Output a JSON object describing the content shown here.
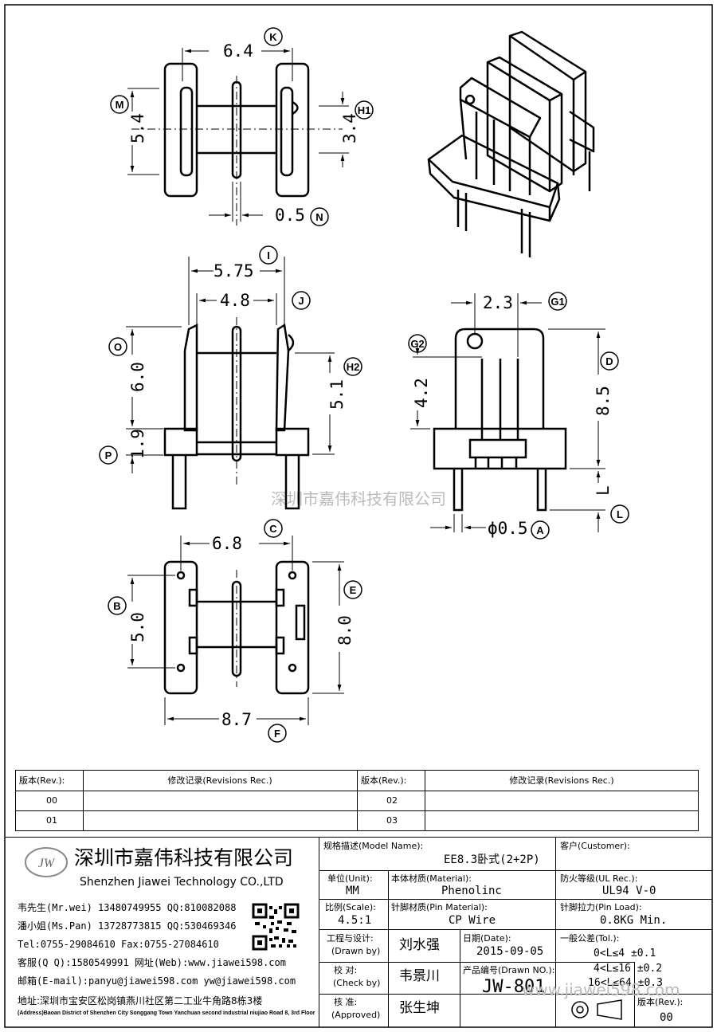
{
  "dims": {
    "K": "K",
    "d64": "6.4",
    "M": "M",
    "d54": "5.4",
    "H1": "H1",
    "d34": "3.4",
    "d05": "0.5",
    "N": "N",
    "I": "I",
    "d575": "5.75",
    "J": "J",
    "d48": "4.8",
    "O": "O",
    "d60": "6.0",
    "H2": "H2",
    "d51": "5.1",
    "P": "P",
    "d19": "1.9",
    "C": "C",
    "d68": "6.8",
    "B": "B",
    "d50": "5.0",
    "E": "E",
    "d80": "8.0",
    "d87": "8.7",
    "F": "F",
    "d23": "2.3",
    "G1": "G1",
    "G2": "G2",
    "d42": "4.2",
    "D": "D",
    "d85": "8.5",
    "L1": "L",
    "L": "L",
    "dphi": "ϕ0.5",
    "A": "A"
  },
  "watermark_center": "深圳市嘉伟科技有限公司",
  "watermark_corner": "www.jiawei598.com",
  "revisions": {
    "h_rev": "版本(Rev.):",
    "h_rec": "修改记录(Revisions Rec.)",
    "h_rev2": "版本(Rev.):",
    "h_rec2": "修改记录(Revisions Rec.)",
    "r00": "00",
    "r01": "01",
    "r02": "02",
    "r03": "03"
  },
  "company": {
    "logo": "JW",
    "name_cn": "深圳市嘉伟科技有限公司",
    "name_en": "Shenzhen Jiawei Technology CO.,LTD",
    "c1": "韦先生(Mr.wei) 13480749955 QQ:810082088",
    "c2": "潘小姐(Ms.Pan) 13728773815 QQ:530469346",
    "c3": "Tel:0755-29084610     Fax:0755-27084610",
    "c4": "客服(Q Q):1580549991   网址(Web):www.jiawei598.com",
    "c5": "邮箱(E-mail):panyu@jiawei598.com   yw@jiawei598.com",
    "addr": "地址:深圳市宝安区松岗镇燕川社区第二工业牛角路8栋3楼",
    "addr_en": "(Address)Baoan District of Shenzhen City Songgang Town Yanchuan  second industrial niujiao Road 8, 3rd Floor"
  },
  "info": {
    "model_label": "规格描述(Model Name):",
    "model": "EE8.3卧式(2+2P)",
    "customer_label": "客户(Customer):",
    "customer": "",
    "unit_label": "单位(Unit):",
    "unit": "MM",
    "material_label": "本体材质(Material):",
    "material": "Phenolinc",
    "ul_label": "防火等级(UL Rec.):",
    "ul": "UL94 V-0",
    "scale_label": "比例(Scale):",
    "scale": "4.5:1",
    "pin_label": "针脚材质(Pin Material):",
    "pin": "CP Wire",
    "load_label": "针脚拉力(Pin Load):",
    "load": "0.8KG Min.",
    "drawn_label": "工程与设计:",
    "drawn_label2": "(Drawn by)",
    "drawn": "刘水强",
    "date_label": "日期(Date):",
    "date": "2015-09-05",
    "tol_label": "一般公差(Tol.):",
    "tol1": "0<L≤4    ±0.1",
    "tol2": "4<L≤16   ±0.2",
    "tol3": "16<L≤64  ±0.3",
    "check_label": "校  对:",
    "check_label2": "(Check by)",
    "check": "韦景川",
    "drawno_label": "产品编号(Drawn NO.):",
    "drawno": "JW-801",
    "appr_label": "核  准:",
    "appr_label2": "(Approved)",
    "appr": "张生坤",
    "rev_label": "版本(Rev.):",
    "rev": "00"
  }
}
